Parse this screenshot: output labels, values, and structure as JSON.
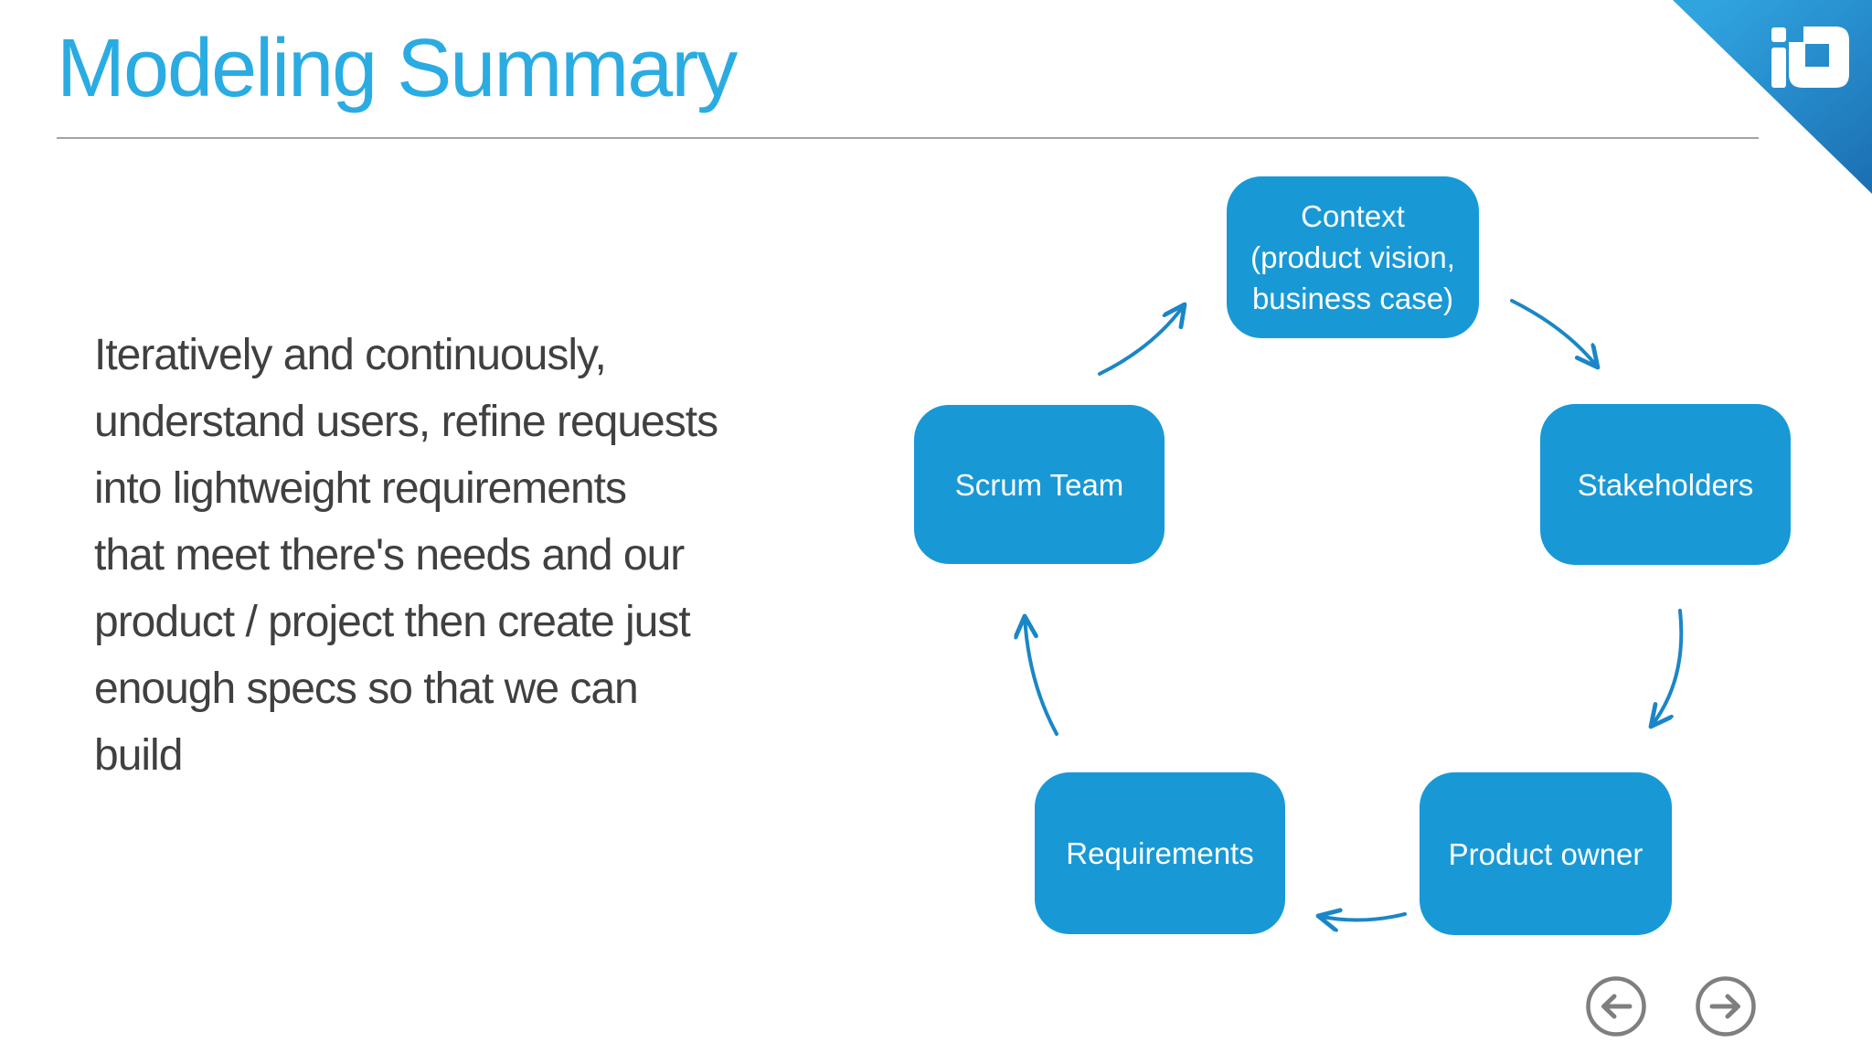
{
  "slide": {
    "title": "Modeling Summary",
    "body": "Iteratively and continuously,\nunderstand users, refine requests\ninto lightweight requirements\nthat meet there's needs and our\nproduct / project then create just\nenough specs so that we can\nbuild"
  },
  "diagram": {
    "type": "cycle",
    "flow_order": [
      "Context (product vision, business case)",
      "Stakeholders",
      "Product owner",
      "Requirements",
      "Scrum Team"
    ],
    "context": {
      "line1": "Context",
      "line2": "(product vision,",
      "line3": "business case)"
    },
    "scrum_team": {
      "label": "Scrum Team"
    },
    "stakeholders": {
      "label": "Stakeholders"
    },
    "requirements": {
      "label": "Requirements"
    },
    "product_owner": {
      "label": "Product owner"
    }
  },
  "icons": {
    "prev": "arrow-left-icon",
    "next": "arrow-right-icon",
    "logo": "brand-logo-icon"
  },
  "colors": {
    "title": "#2AACE2",
    "node_fill": "#1899D6",
    "node_text": "#FFFFFF",
    "arrow": "#1B86C7",
    "body_text": "#404040",
    "divider": "#A3A3A3",
    "nav_gray": "#7F7F7F",
    "corner_gradient_start": "#30A4DF",
    "corner_gradient_end": "#1B6EB2"
  }
}
